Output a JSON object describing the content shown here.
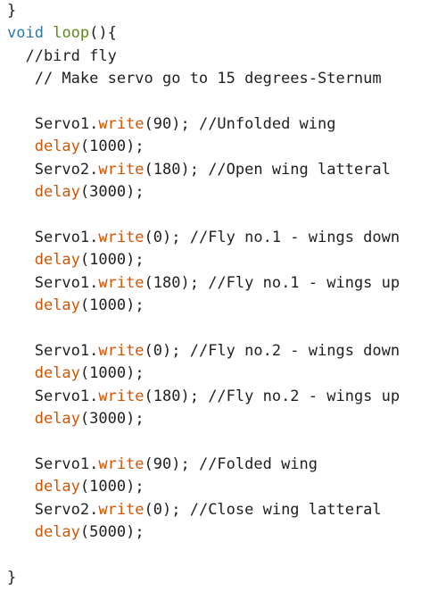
{
  "code_lines": [
    [
      {
        "t": "}",
        "c": "plain"
      }
    ],
    [
      {
        "t": "void",
        "c": "kw"
      },
      {
        "t": " ",
        "c": "plain"
      },
      {
        "t": "loop",
        "c": "fnname"
      },
      {
        "t": "(){",
        "c": "plain"
      }
    ],
    [
      {
        "t": "  //bird fly",
        "c": "plain"
      }
    ],
    [
      {
        "t": "   // Make servo go to 15 degrees-Sternum",
        "c": "plain"
      }
    ],
    [
      {
        "t": "",
        "c": "plain"
      }
    ],
    [
      {
        "t": "   Servo1.",
        "c": "plain"
      },
      {
        "t": "write",
        "c": "fn"
      },
      {
        "t": "(90); //Unfolded wing",
        "c": "plain"
      }
    ],
    [
      {
        "t": "   ",
        "c": "plain"
      },
      {
        "t": "delay",
        "c": "fn"
      },
      {
        "t": "(1000);",
        "c": "plain"
      }
    ],
    [
      {
        "t": "   Servo2.",
        "c": "plain"
      },
      {
        "t": "write",
        "c": "fn"
      },
      {
        "t": "(180); //Open wing latteral",
        "c": "plain"
      }
    ],
    [
      {
        "t": "   ",
        "c": "plain"
      },
      {
        "t": "delay",
        "c": "fn"
      },
      {
        "t": "(3000);",
        "c": "plain"
      }
    ],
    [
      {
        "t": "",
        "c": "plain"
      }
    ],
    [
      {
        "t": "   Servo1.",
        "c": "plain"
      },
      {
        "t": "write",
        "c": "fn"
      },
      {
        "t": "(0); //Fly no.1 - wings down",
        "c": "plain"
      }
    ],
    [
      {
        "t": "   ",
        "c": "plain"
      },
      {
        "t": "delay",
        "c": "fn"
      },
      {
        "t": "(1000);",
        "c": "plain"
      }
    ],
    [
      {
        "t": "   Servo1.",
        "c": "plain"
      },
      {
        "t": "write",
        "c": "fn"
      },
      {
        "t": "(180); //Fly no.1 - wings up",
        "c": "plain"
      }
    ],
    [
      {
        "t": "   ",
        "c": "plain"
      },
      {
        "t": "delay",
        "c": "fn"
      },
      {
        "t": "(1000);",
        "c": "plain"
      }
    ],
    [
      {
        "t": "",
        "c": "plain"
      }
    ],
    [
      {
        "t": "   Servo1.",
        "c": "plain"
      },
      {
        "t": "write",
        "c": "fn"
      },
      {
        "t": "(0); //Fly no.2 - wings down",
        "c": "plain"
      }
    ],
    [
      {
        "t": "   ",
        "c": "plain"
      },
      {
        "t": "delay",
        "c": "fn"
      },
      {
        "t": "(1000);",
        "c": "plain"
      }
    ],
    [
      {
        "t": "   Servo1.",
        "c": "plain"
      },
      {
        "t": "write",
        "c": "fn"
      },
      {
        "t": "(180); //Fly no.2 - wings up",
        "c": "plain"
      }
    ],
    [
      {
        "t": "   ",
        "c": "plain"
      },
      {
        "t": "delay",
        "c": "fn"
      },
      {
        "t": "(3000);",
        "c": "plain"
      }
    ],
    [
      {
        "t": "",
        "c": "plain"
      }
    ],
    [
      {
        "t": "   Servo1.",
        "c": "plain"
      },
      {
        "t": "write",
        "c": "fn"
      },
      {
        "t": "(90); //Folded wing",
        "c": "plain"
      }
    ],
    [
      {
        "t": "   ",
        "c": "plain"
      },
      {
        "t": "delay",
        "c": "fn"
      },
      {
        "t": "(1000);",
        "c": "plain"
      }
    ],
    [
      {
        "t": "   Servo2.",
        "c": "plain"
      },
      {
        "t": "write",
        "c": "fn"
      },
      {
        "t": "(0); //Close wing latteral",
        "c": "plain"
      }
    ],
    [
      {
        "t": "   ",
        "c": "plain"
      },
      {
        "t": "delay",
        "c": "fn"
      },
      {
        "t": "(5000);",
        "c": "plain"
      }
    ],
    [
      {
        "t": "",
        "c": "plain"
      }
    ],
    [
      {
        "t": "}",
        "c": "plain"
      }
    ]
  ],
  "colors": {
    "text": "#1f1f1f",
    "keyword": "#2a7aa8",
    "function_name": "#5c8a18",
    "method": "#d35400",
    "background": "#ffffff"
  }
}
